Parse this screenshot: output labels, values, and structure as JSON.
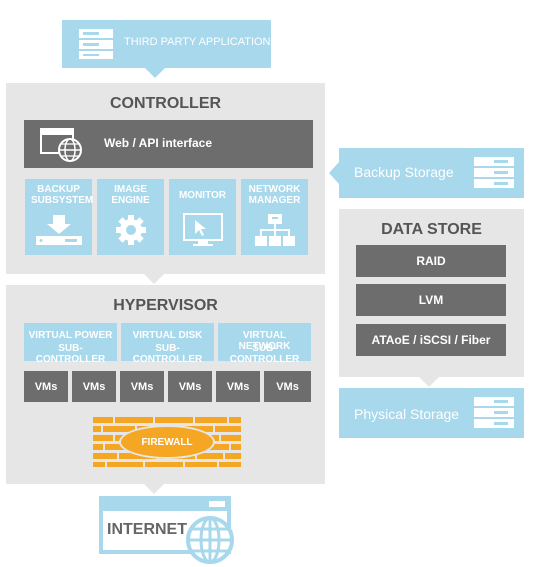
{
  "third_party": {
    "label": "THIRD PARTY APPLICATION",
    "icon": "server-rack-icon"
  },
  "controller": {
    "title": "CONTROLLER",
    "web_api": "Web / API interface",
    "modules": [
      {
        "label": "BACKUP SUBSYSTEM",
        "icon": "download-drive-icon"
      },
      {
        "label": "IMAGE ENGINE",
        "icon": "gear-icon"
      },
      {
        "label": "MONITOR",
        "icon": "monitor-icon"
      },
      {
        "label": "NETWORK MANAGER",
        "icon": "network-tree-icon"
      }
    ]
  },
  "backup_storage": {
    "label": "Backup Storage",
    "icon": "storage-stack-icon"
  },
  "data_store": {
    "title": "DATA STORE",
    "items": [
      "RAID",
      "LVM",
      "ATAoE / iSCSI / Fiber"
    ]
  },
  "physical_storage": {
    "label": "Physical Storage",
    "icon": "storage-stack-icon"
  },
  "hypervisor": {
    "title": "HYPERVISOR",
    "subcontrollers": [
      {
        "line1": "VIRTUAL POWER",
        "line2": "SUB-CONTROLLER"
      },
      {
        "line1": "VIRTUAL DISK",
        "line2": "SUB-CONTROLLER"
      },
      {
        "line1": "VIRTUAL NETWORK",
        "line2": "SUB-CONTROLLER"
      }
    ],
    "vms": [
      "VMs",
      "VMs",
      "VMs",
      "VMs",
      "VMs",
      "VMs"
    ],
    "firewall": "FIREWALL"
  },
  "internet": {
    "label": "INTERNET",
    "icon": "globe-icon"
  },
  "colors": {
    "panel": "#e6e6e6",
    "blue": "#a7d8ec",
    "dark": "#6d6d6d",
    "firewall": "#f5a623"
  }
}
